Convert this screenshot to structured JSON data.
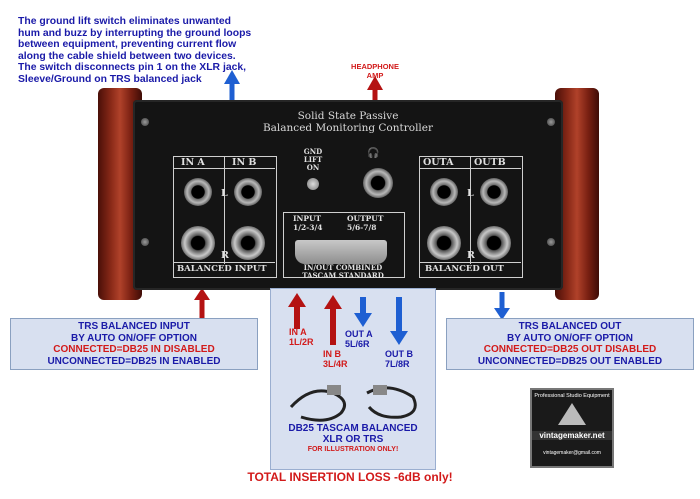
{
  "notes": {
    "ground_lift": [
      "The ground lift switch eliminates unwanted",
      "hum and buzz by interrupting the ground loops",
      "between equipment, preventing current flow",
      "along the cable shield between two devices.",
      "The switch disconnects pin 1 on the XLR jack,",
      "Sleeve/Ground on TRS balanced jack"
    ],
    "headphone_amp": [
      "HEADPHONE",
      "AMP"
    ]
  },
  "panel": {
    "title_line1": "Solid State Passive",
    "title_line2": "Balanced Monitoring Controller",
    "in_a": "IN A",
    "in_b": "IN B",
    "out_a": "OUTA",
    "out_b": "OUTB",
    "l": "L",
    "r": "R",
    "balanced_input": "BALANCED INPUT",
    "balanced_out": "BALANCED OUT",
    "gnd_lift": [
      "GND",
      "LIFT",
      "ON"
    ],
    "io_input": "INPUT",
    "io_input_ch": "1/2-3/4",
    "io_output": "OUTPUT",
    "io_output_ch": "5/6-7/8",
    "io_combined": "IN/OUT COMBINED",
    "io_standard": "TASCAM STANDARD"
  },
  "callouts": {
    "left": [
      "TRS BALANCED INPUT",
      "BY AUTO ON/OFF OPTION",
      "CONNECTED=DB25 IN DISABLED",
      "UNCONNECTED=DB25 IN ENABLED"
    ],
    "right": [
      "TRS BALANCED OUT",
      "BY AUTO ON/OFF OPTION",
      "CONNECTED=DB25 OUT DISABLED",
      "UNCONNECTED=DB25 OUT ENABLED"
    ]
  },
  "db25": {
    "in_a": [
      "IN A",
      "1L/2R"
    ],
    "in_b": [
      "IN B",
      "3L/4R"
    ],
    "out_a": [
      "OUT A",
      "5L/6R"
    ],
    "out_b": [
      "OUT B",
      "7L/8R"
    ],
    "cable_line1": "DB25 TASCAM BALANCED",
    "cable_line2": "XLR OR TRS",
    "illustration": "FOR ILLUSTRATION ONLY!"
  },
  "logo": {
    "top": "Professional Studio Equipment",
    "site": "vintagemaker.net",
    "email": "vintagemaker@gmail.com"
  },
  "footer": {
    "insertion_loss": "TOTAL INSERTION LOSS -6dB only!"
  },
  "colors": {
    "annotation_blue": "#1a1aa8",
    "annotation_red": "#d21a1a",
    "arrow_blue": "#1e5fd2",
    "arrow_red": "#b41212",
    "callout_bg": "#d8e0f0"
  }
}
